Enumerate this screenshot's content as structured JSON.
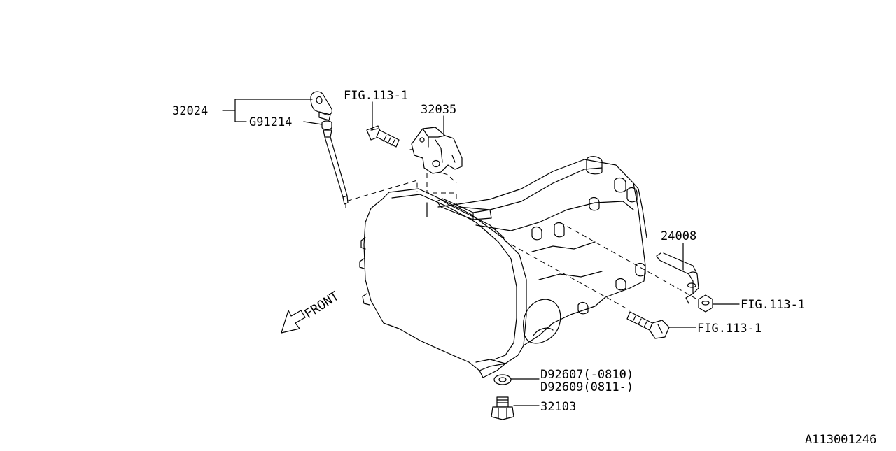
{
  "diagram": {
    "figure_id": "A113001246",
    "direction_label": "FRONT",
    "callouts": {
      "dipstick": "32024",
      "dipstick_gasket": "G91214",
      "bracket_ref": "FIG.113-1",
      "bracket": "32035",
      "harness_bracket": "24008",
      "nut_ref": "FIG.113-1",
      "bolt_ref": "FIG.113-1",
      "gasket_a": "D92607(-0810)",
      "gasket_b": "D92609(0811-)",
      "drain_plug": "32103"
    }
  }
}
